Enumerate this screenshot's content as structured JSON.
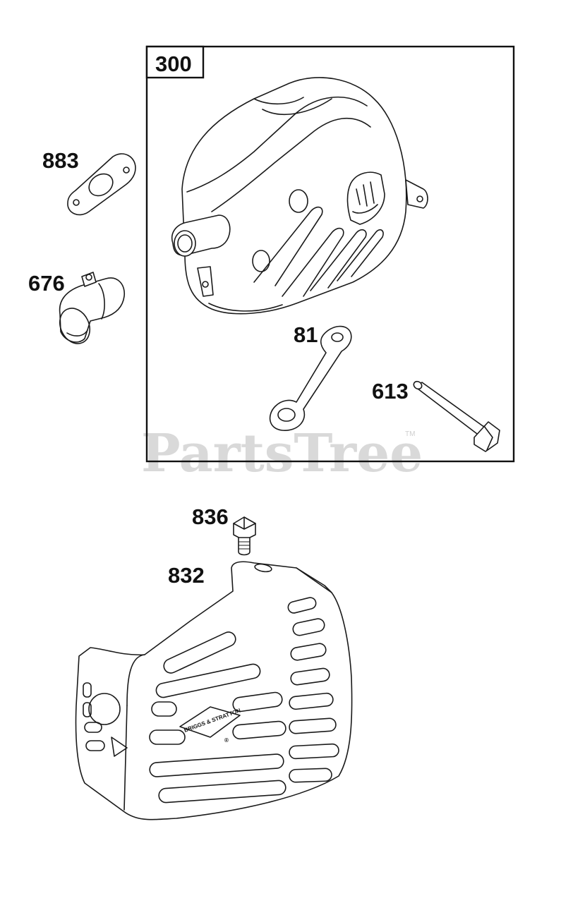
{
  "diagram": {
    "group_box_label": "300",
    "callouts": [
      {
        "id": "883",
        "text": "883"
      },
      {
        "id": "676",
        "text": "676"
      },
      {
        "id": "81",
        "text": "81"
      },
      {
        "id": "613",
        "text": "613"
      },
      {
        "id": "836",
        "text": "836"
      },
      {
        "id": "832",
        "text": "832"
      }
    ],
    "watermark": {
      "text": "PartsTree",
      "trademark": "TM"
    },
    "guard_logo": {
      "text": "BRIGGS & STRATTON",
      "registered": "®"
    }
  }
}
